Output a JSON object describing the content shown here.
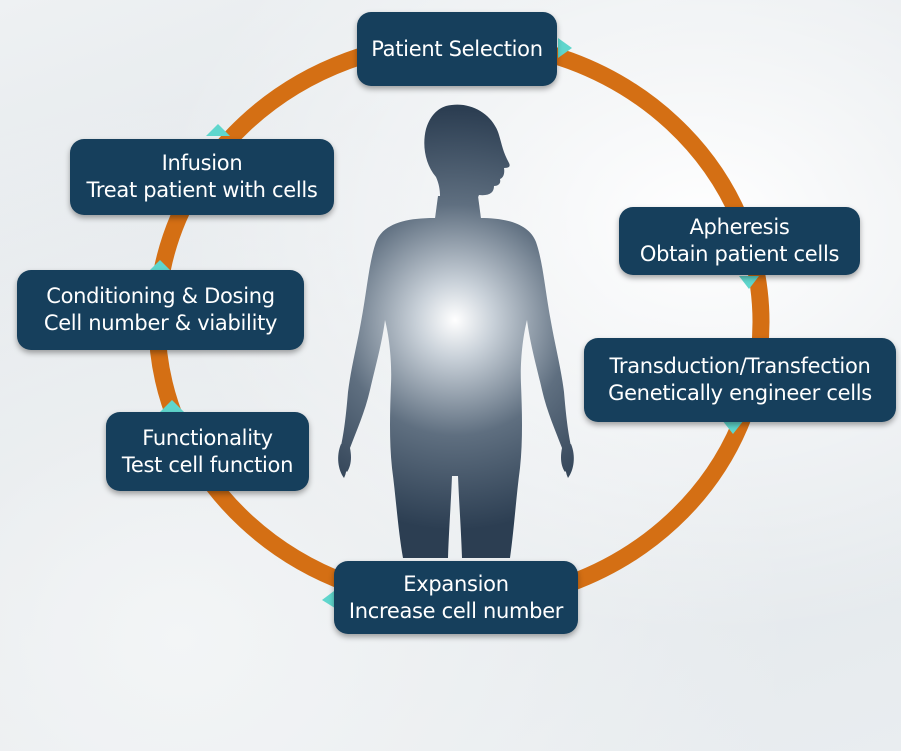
{
  "diagram": {
    "colors": {
      "ring": "#d46f14",
      "box": "#163f5c",
      "arrow": "#5fd6cd",
      "text": "#ffffff",
      "figure": "#2c3e52"
    },
    "steps": [
      {
        "id": "patient-selection",
        "title": "Patient Selection",
        "desc": ""
      },
      {
        "id": "apheresis",
        "title": "Apheresis",
        "desc": "Obtain patient cells"
      },
      {
        "id": "transduction",
        "title": "Transduction/Transfection",
        "desc": "Genetically engineer cells"
      },
      {
        "id": "expansion",
        "title": "Expansion",
        "desc": "Increase cell number"
      },
      {
        "id": "functionality",
        "title": "Functionality",
        "desc": "Test cell function"
      },
      {
        "id": "conditioning",
        "title": "Conditioning & Dosing",
        "desc": "Cell number & viability"
      },
      {
        "id": "infusion",
        "title": "Infusion",
        "desc": "Treat patient with cells"
      }
    ],
    "center_icon": "human-silhouette-icon"
  }
}
